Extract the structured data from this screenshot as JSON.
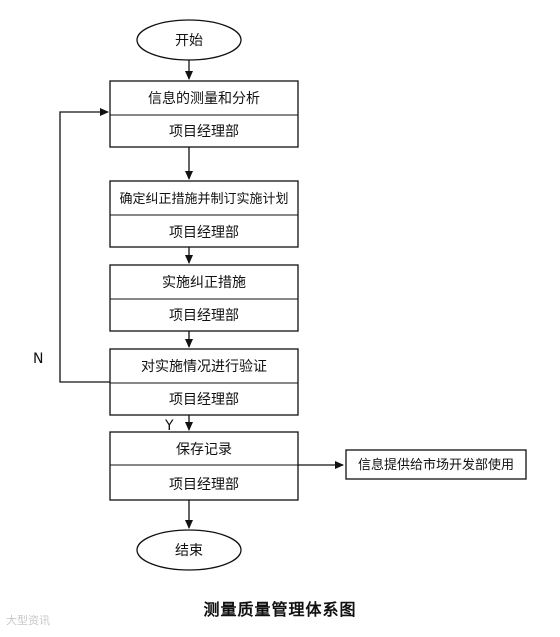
{
  "flow": {
    "start": "开始",
    "end": "结束",
    "steps": [
      {
        "title": "信息的测量和分析",
        "owner": "项目经理部"
      },
      {
        "title": "确定纠正措施并制订实施计划",
        "owner": "项目经理部"
      },
      {
        "title": "实施纠正措施",
        "owner": "项目经理部"
      },
      {
        "title": "对实施情况进行验证",
        "owner": "项目经理部"
      },
      {
        "title": "保存记录",
        "owner": "项目经理部"
      }
    ],
    "side_box": "信息提供给市场开发部使用",
    "label_no": "N",
    "label_yes": "Y"
  },
  "caption": "测量质量管理体系图",
  "watermark": "大型资讯"
}
